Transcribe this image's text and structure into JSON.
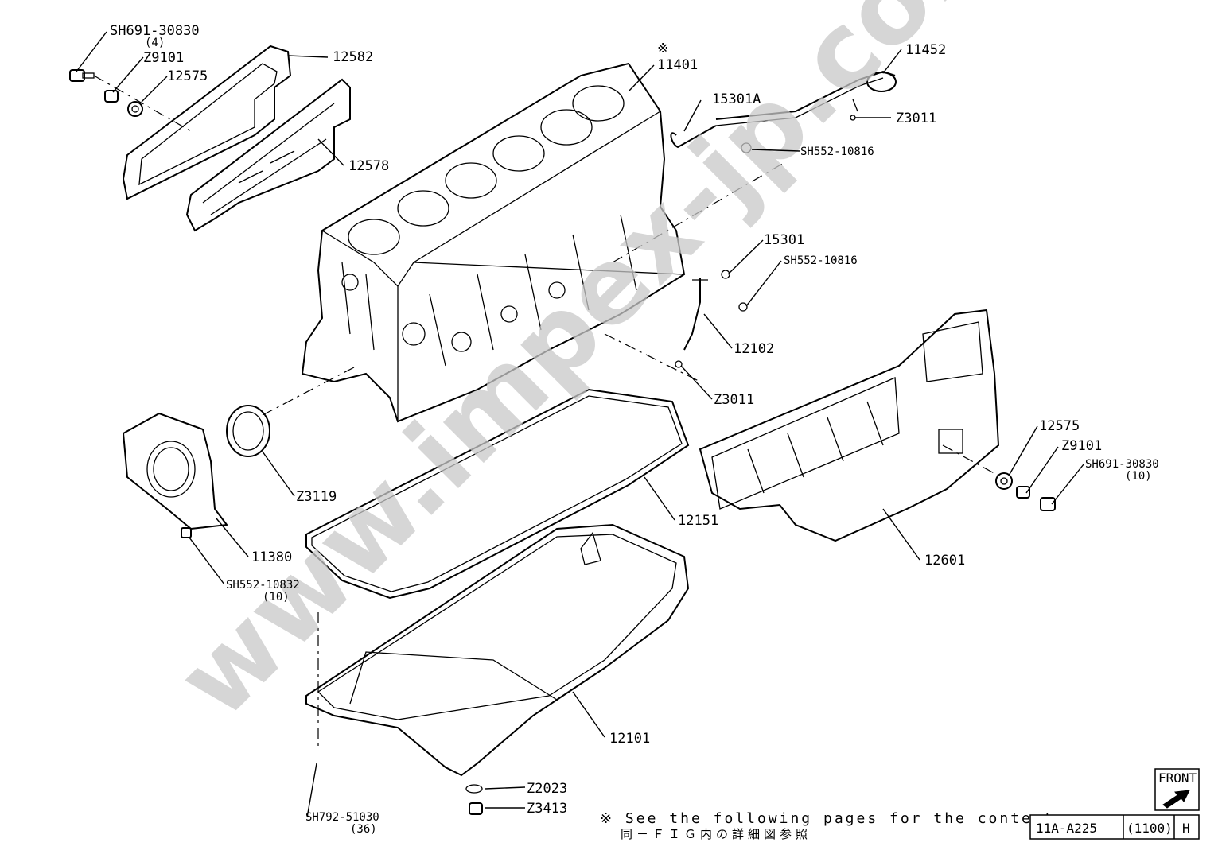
{
  "watermark": "www.impex-jp.com",
  "callouts": {
    "sh691_30830_top": "SH691-30830",
    "sh691_30830_top_qty": "(4)",
    "z9101_top": "Z9101",
    "n12575_top": "12575",
    "n12582": "12582",
    "n12578": "12578",
    "star_mark": "※",
    "n11401": "11401",
    "n11452": "11452",
    "n15301a": "15301A",
    "z3011_top": "Z3011",
    "sh552_10816_top": "SH552-10816",
    "n15301": "15301",
    "sh552_10816_mid": "SH552-10816",
    "n12102": "12102",
    "z3011_mid": "Z3011",
    "n12575_right": "12575",
    "z9101_right": "Z9101",
    "sh691_30830_right": "SH691-30830",
    "sh691_30830_right_qty": "(10)",
    "n12601": "12601",
    "z3119": "Z3119",
    "n12151": "12151",
    "n11380": "11380",
    "sh552_10832": "SH552-10832",
    "sh552_10832_qty": "(10)",
    "n12101": "12101",
    "z2023": "Z2023",
    "z3413": "Z3413",
    "sh792_51030": "SH792-51030",
    "sh792_51030_qty": "(36)"
  },
  "footnote": {
    "en": "※ See the following pages for the contents",
    "jp": "同－ＦＩＧ内の詳細図参照"
  },
  "front_box": {
    "label": "FRONT"
  },
  "title_block": {
    "code": "11A-A225",
    "range": "(1100)",
    "rev": "H"
  }
}
